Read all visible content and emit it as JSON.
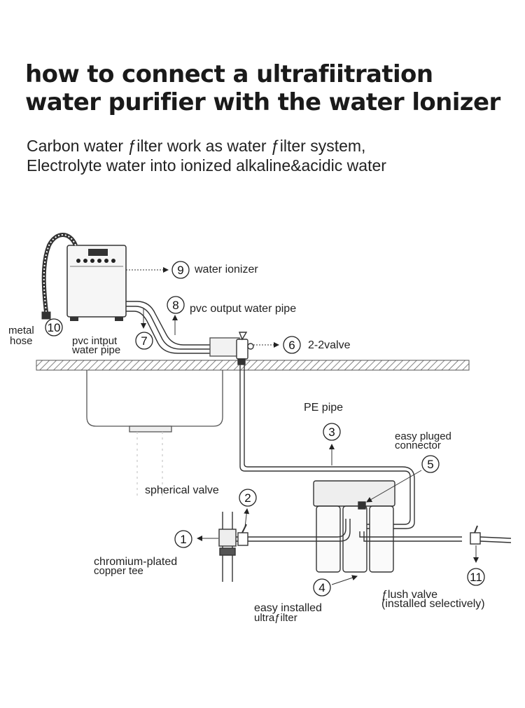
{
  "title": {
    "line1": "how to connect a ultrafiitration",
    "line2": "water purifier with the water lonizer"
  },
  "subtitle": {
    "line1": "Carbon water ƒilter work as water ƒilter system,",
    "line2": "Electrolyte water into ionized alkaline&acidic water"
  },
  "callouts": [
    {
      "number": "1",
      "lines": [
        "chromium-plated",
        "copper tee"
      ]
    },
    {
      "number": "2",
      "lines": [
        "spherical valve"
      ]
    },
    {
      "number": "3",
      "lines": [
        "PE pipe"
      ]
    },
    {
      "number": "4",
      "lines": [
        "easy installed",
        "ultraƒilter"
      ]
    },
    {
      "number": "5",
      "lines": [
        "easy pluged",
        "connector"
      ]
    },
    {
      "number": "6",
      "lines": [
        "2-2valve"
      ]
    },
    {
      "number": "7",
      "lines": [
        "pvc intput",
        "water pipe"
      ]
    },
    {
      "number": "8",
      "lines": [
        "pvc output water pipe"
      ]
    },
    {
      "number": "9",
      "lines": [
        "water ionizer"
      ]
    },
    {
      "number": "10",
      "lines": [
        "metal",
        "hose"
      ]
    },
    {
      "number": "11",
      "lines": [
        "ƒlush valve",
        "(installed selectively)"
      ]
    }
  ],
  "colors": {
    "ink": "#1a1a1a",
    "line": "#444444",
    "hatch": "#666666",
    "background": "#ffffff"
  }
}
